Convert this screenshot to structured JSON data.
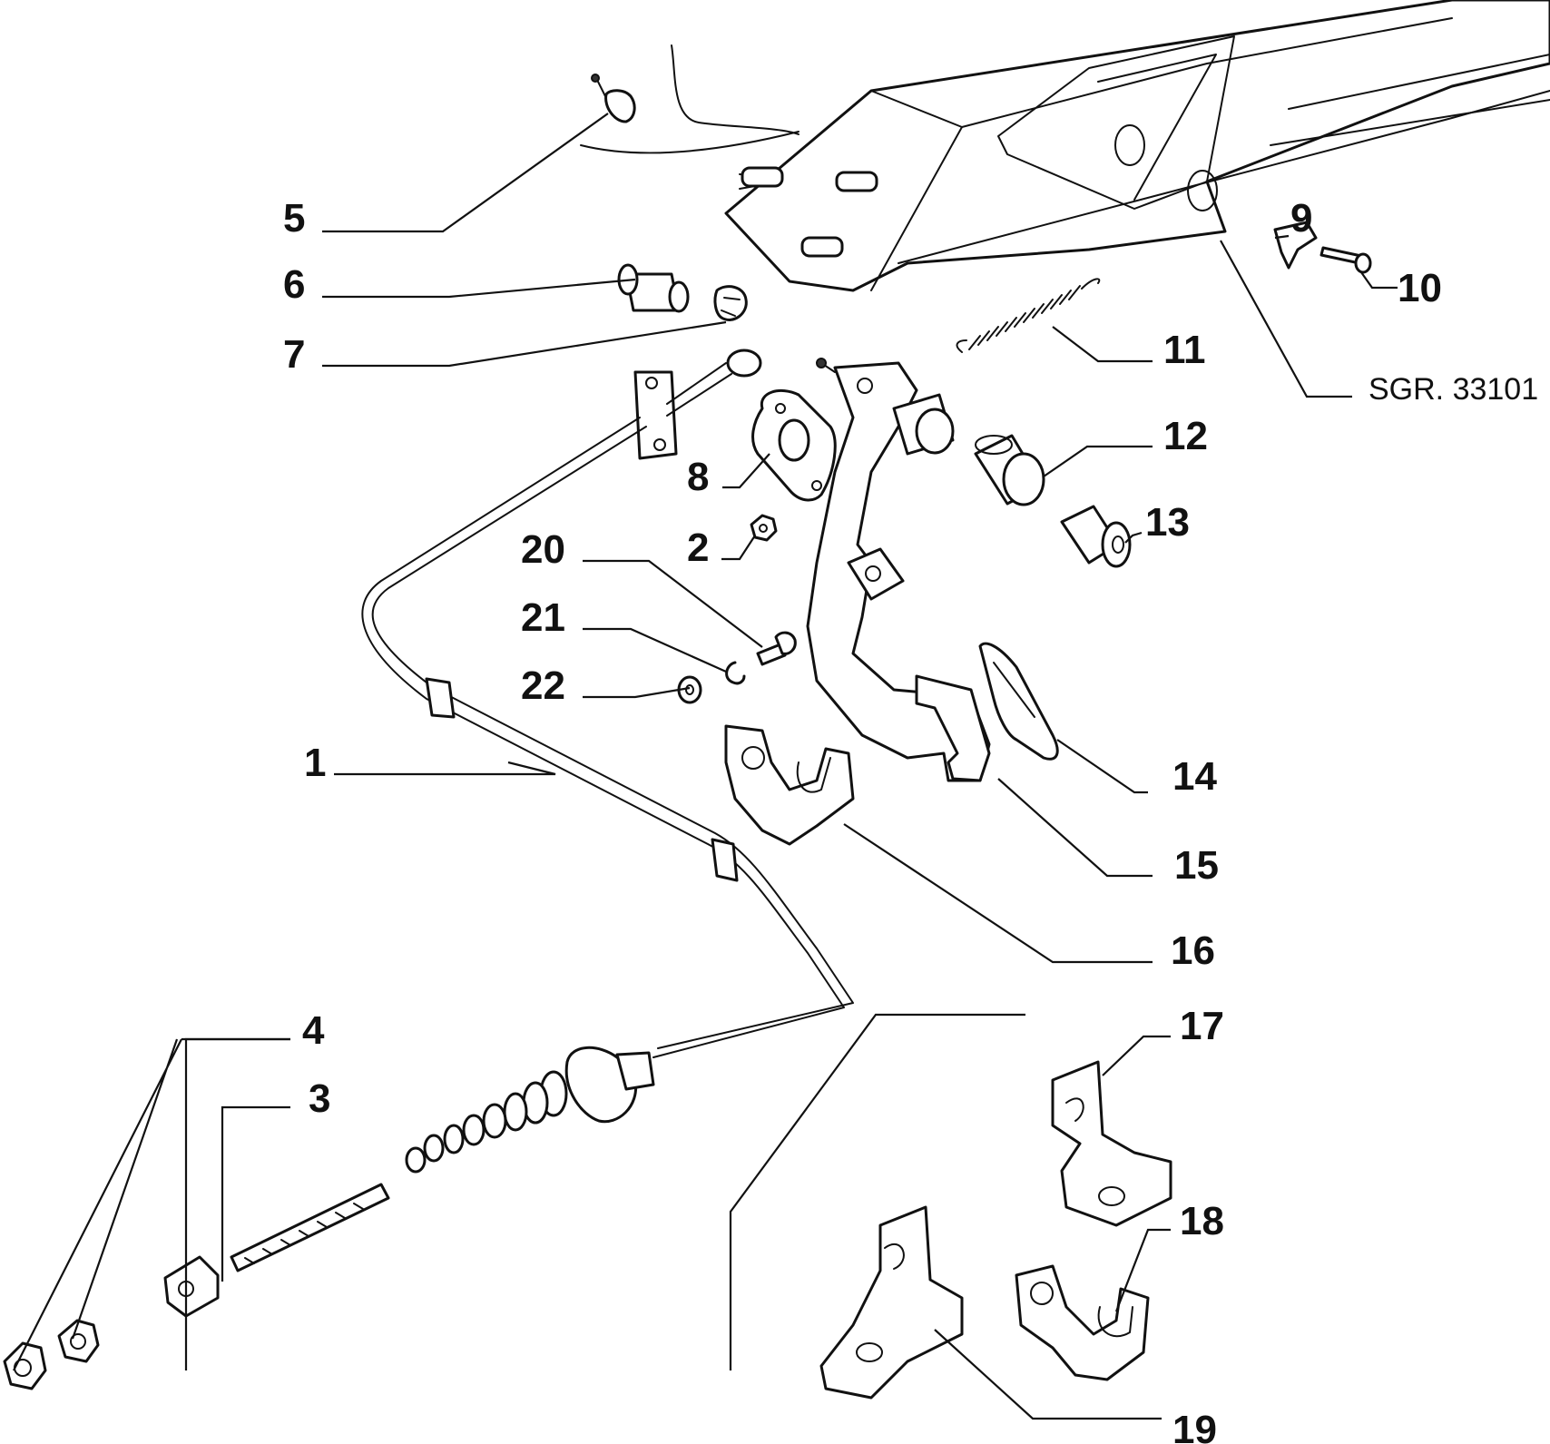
{
  "figure": {
    "reference_label": "SGR. 33101",
    "callouts": {
      "c1": "1",
      "c2": "2",
      "c3": "3",
      "c4": "4",
      "c5": "5",
      "c6": "6",
      "c7": "7",
      "c8": "8",
      "c9": "9",
      "c10": "10",
      "c11": "11",
      "c12": "12",
      "c13": "13",
      "c14": "14",
      "c15": "15",
      "c16": "16",
      "c17": "17",
      "c18": "18",
      "c19": "19",
      "c20": "20",
      "c21": "21",
      "c22": "22"
    }
  }
}
